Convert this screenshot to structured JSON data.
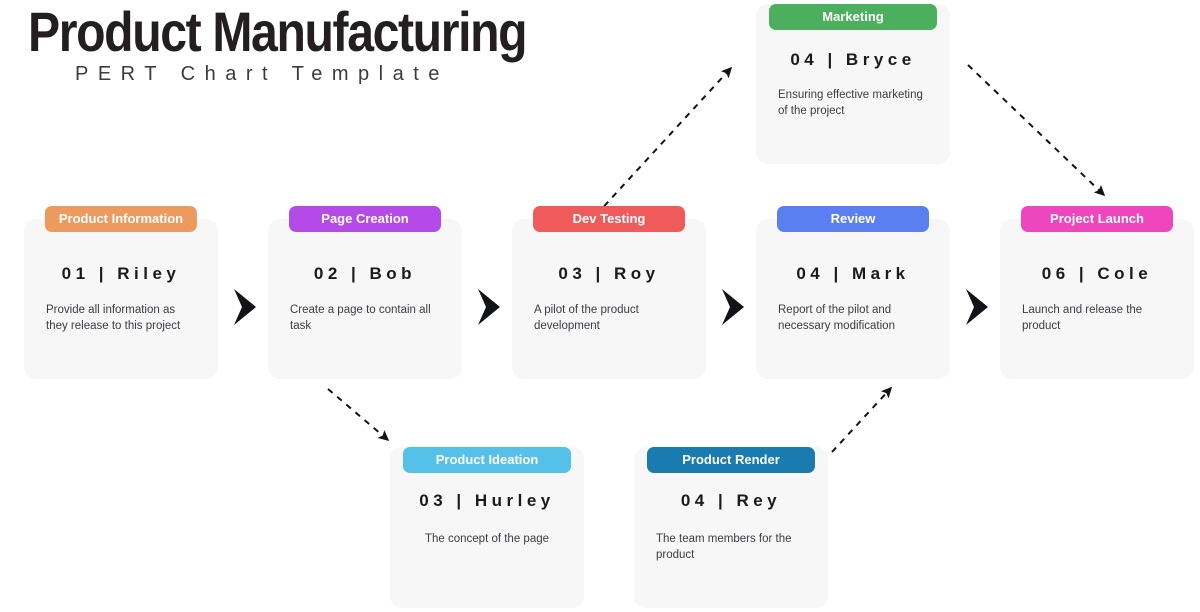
{
  "header": {
    "title": "Product Manufacturing",
    "subtitle": "PERT Chart Template"
  },
  "colors": {
    "card_bg": "#f7f7f7",
    "page_bg": "#ffffff",
    "text_dark": "#1a1a1a",
    "text_body": "#3c3c42",
    "arrow": "#111318",
    "product_information": "#ed9a5e",
    "page_creation": "#b44be8",
    "dev_testing": "#ef5b5b",
    "review": "#5b7ff0",
    "project_launch": "#ee46bc",
    "marketing": "#4caf5e",
    "product_ideation": "#55c1e8",
    "product_render": "#1a7bb0"
  },
  "cards": [
    {
      "id": "product-information",
      "label": "Product Information",
      "code": "01  |  Riley",
      "description": "Provide all information as they release to this project",
      "color": "#ed9a5e"
    },
    {
      "id": "page-creation",
      "label": "Page Creation",
      "code": "02  |  Bob",
      "description": "Create a page to contain all task",
      "color": "#b44be8"
    },
    {
      "id": "dev-testing",
      "label": "Dev Testing",
      "code": "03  |  Roy",
      "description": "A pilot of the product development",
      "color": "#ef5b5b"
    },
    {
      "id": "review",
      "label": "Review",
      "code": "04  |  Mark",
      "description": "Report of the pilot and necessary modification",
      "color": "#5b7ff0"
    },
    {
      "id": "project-launch",
      "label": "Project Launch",
      "code": "06  |  Cole",
      "description": "Launch and release the product",
      "color": "#ee46bc"
    },
    {
      "id": "marketing",
      "label": "Marketing",
      "code": "04  |  Bryce",
      "description": "Ensuring effective marketing of the project",
      "color": "#4caf5e"
    },
    {
      "id": "product-ideation",
      "label": "Product Ideation",
      "code": "03  |  Hurley",
      "description": "The concept of the page",
      "color": "#55c1e8"
    },
    {
      "id": "product-render",
      "label": "Product Render",
      "code": "04  |  Rey",
      "description": "The team members for the product",
      "color": "#1a7bb0"
    }
  ],
  "connectors": {
    "chevrons": [
      {
        "id": "chevron-1",
        "from": "product-information",
        "to": "page-creation"
      },
      {
        "id": "chevron-2",
        "from": "page-creation",
        "to": "dev-testing"
      },
      {
        "id": "chevron-3",
        "from": "dev-testing",
        "to": "review"
      },
      {
        "id": "chevron-4",
        "from": "review",
        "to": "project-launch"
      }
    ],
    "dashed_arrows": [
      {
        "id": "arrow-dev-testing-to-marketing",
        "from": "dev-testing",
        "to": "marketing",
        "direction": "up-right"
      },
      {
        "id": "arrow-marketing-to-project-launch",
        "from": "marketing",
        "to": "project-launch",
        "direction": "down-right"
      },
      {
        "id": "arrow-page-creation-to-product-ideation",
        "from": "page-creation",
        "to": "product-ideation",
        "direction": "down-right"
      },
      {
        "id": "arrow-product-render-to-review",
        "from": "product-render",
        "to": "review",
        "direction": "up-right"
      }
    ]
  }
}
